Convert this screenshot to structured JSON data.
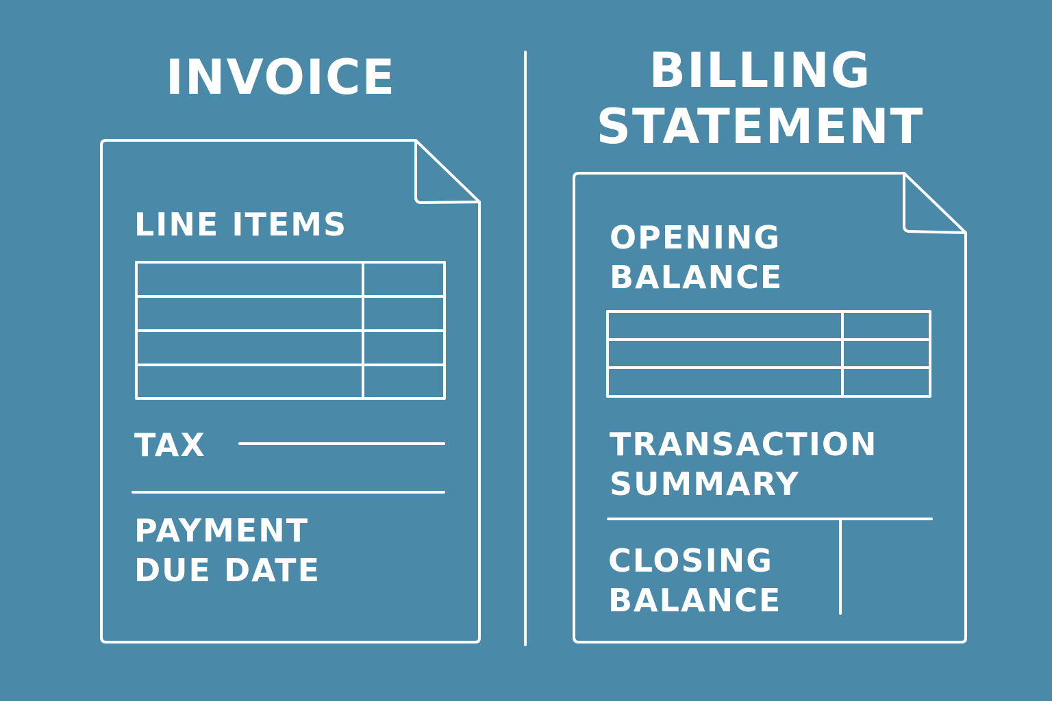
{
  "invoice": {
    "title": "INVOICE",
    "line_items_label": "LINE ITEMS",
    "tax_label": "TAX",
    "payment_due_label": "PAYMENT\nDUE DATE"
  },
  "billing_statement": {
    "title": "BILLING\nSTATEMENT",
    "opening_balance_label": "OPENING\nBALANCE",
    "transaction_summary_label": "TRANSACTION\nSUMMARY",
    "closing_balance_label": "CLOSING\nBALANCE"
  },
  "colors": {
    "background": "#4a8aa8",
    "stroke": "#ffffff"
  }
}
